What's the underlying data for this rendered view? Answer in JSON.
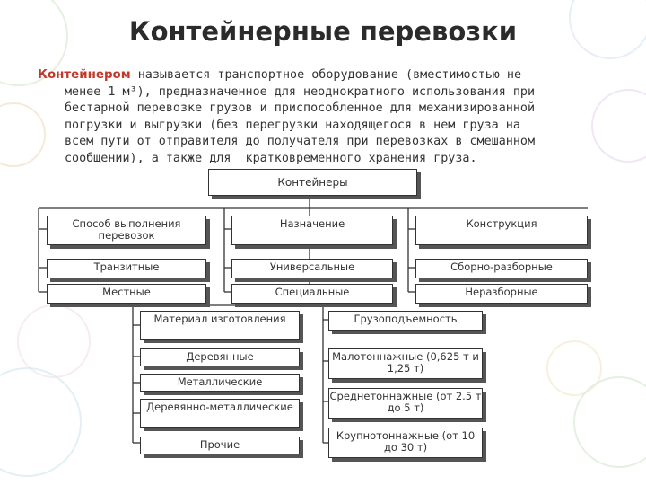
{
  "title": "Контейнерные перевозки",
  "definition": {
    "term": "Контейнером",
    "line1_rest": " называется транспортное оборудование (вместимостью не",
    "lines": [
      "менее 1 м³), предназначенное для неоднократного использования при",
      "бестарной перевозке грузов и приспособленное для механизированной",
      "погрузки и выгрузки (без перегрузки находящегося в нем груза на",
      "всем пути от отправителя до получателя при перевозках в смешанном",
      "сообщении), а также для  кратковременного хранения груза."
    ]
  },
  "diagram": {
    "root": "Контейнеры",
    "col1": {
      "header": "Способ выполнения перевозок",
      "items": [
        "Транзитные",
        "Местные"
      ]
    },
    "col2": {
      "header": "Назначение",
      "items": [
        "Универсальные",
        "Специальные"
      ]
    },
    "col3": {
      "header": "Конструкция",
      "items": [
        "Сборно-разборные",
        "Неразборные"
      ]
    },
    "material": {
      "header": "Материал изготовления",
      "items": [
        "Деревянные",
        "Металлические",
        "Деревянно-металлические",
        "Прочие"
      ]
    },
    "capacity": {
      "header": "Грузоподъемность",
      "items": [
        "Малотоннажные (0,625 т и 1,25 т)",
        "Среднетоннажные (от 2.5 т до 5 т)",
        "Крупнотоннажные (от 10 до 30 т)"
      ]
    }
  }
}
